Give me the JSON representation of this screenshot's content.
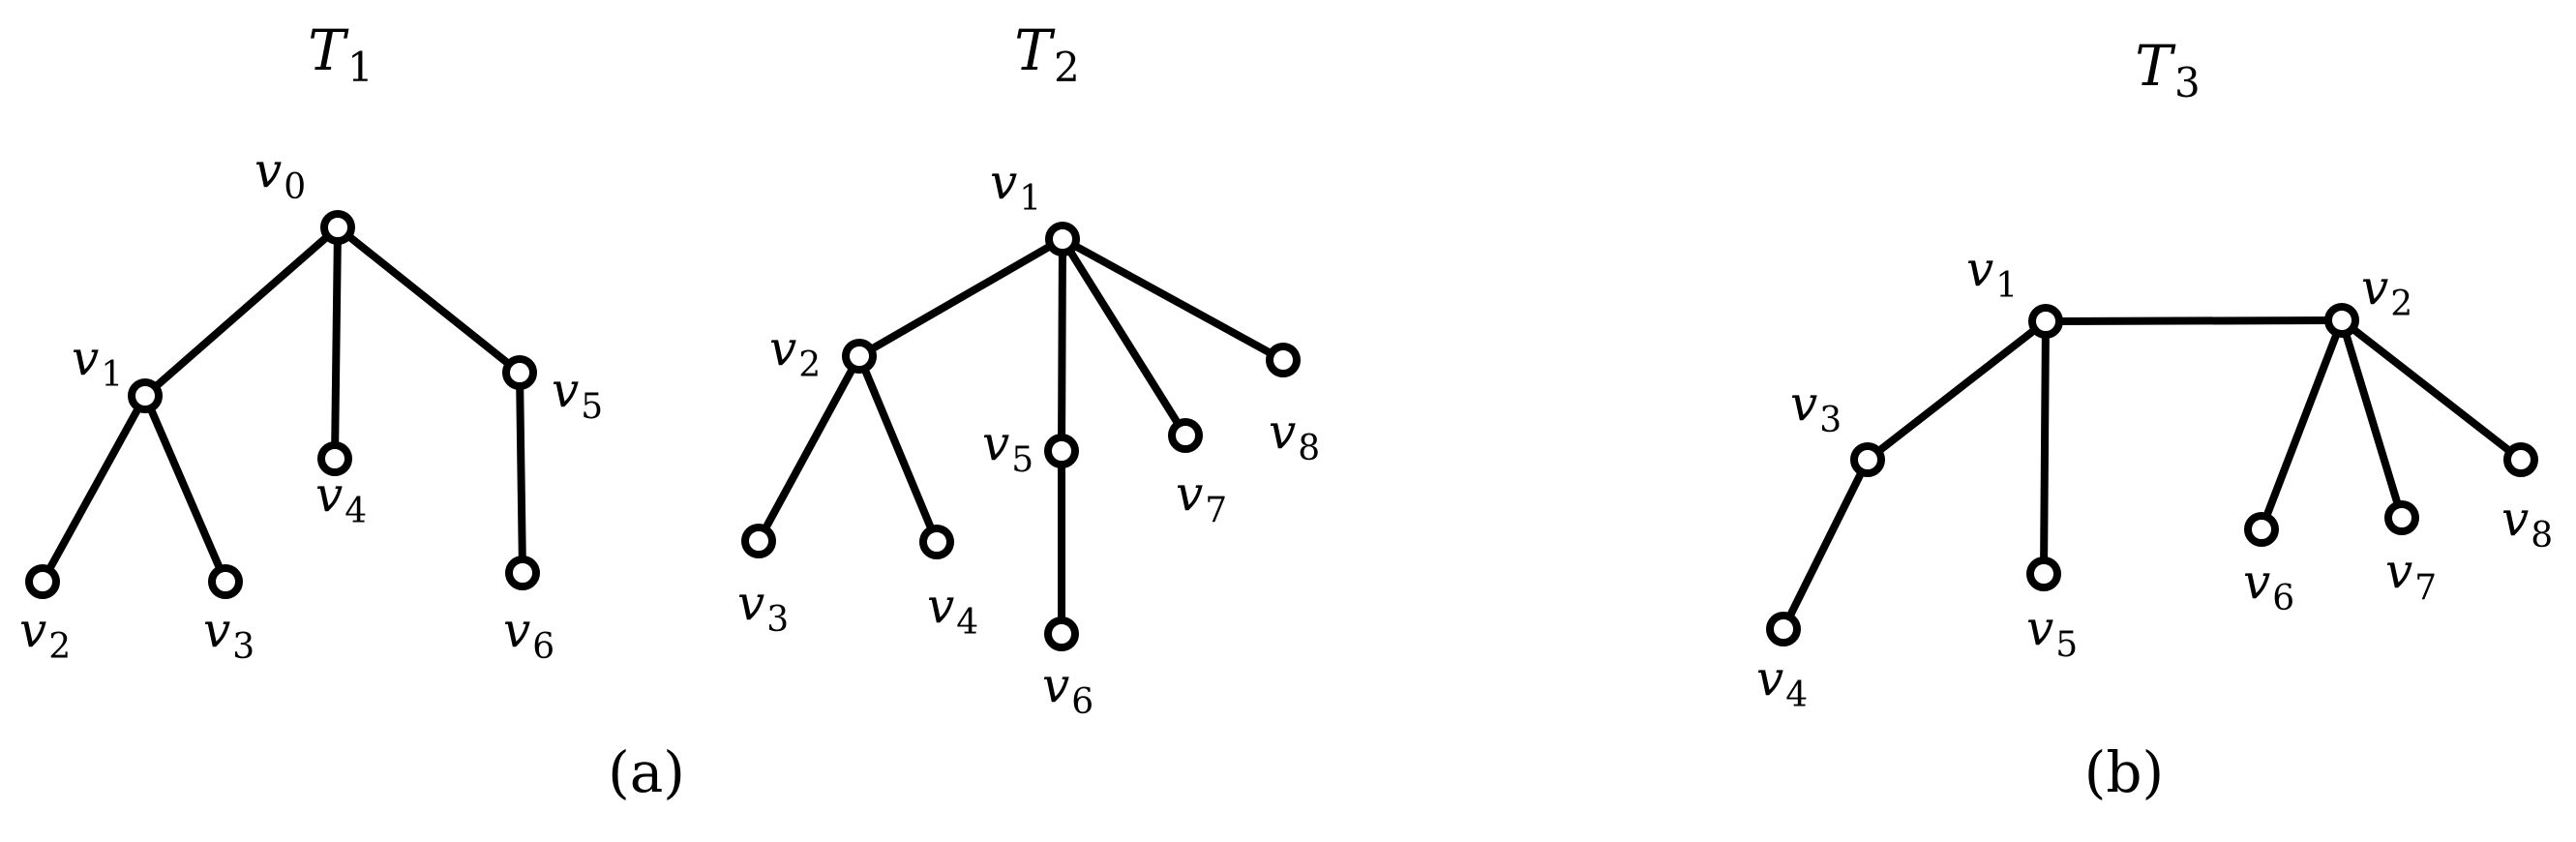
{
  "figure": {
    "panels": [
      {
        "id": "a",
        "caption": "(a)",
        "trees": [
          {
            "id": "T1",
            "title": {
              "base": "T",
              "sub": "1"
            },
            "nodes": [
              {
                "id": "v0",
                "label": {
                  "base": "v",
                  "sub": "0"
                }
              },
              {
                "id": "v1",
                "label": {
                  "base": "v",
                  "sub": "1"
                }
              },
              {
                "id": "v4",
                "label": {
                  "base": "v",
                  "sub": "4"
                }
              },
              {
                "id": "v5",
                "label": {
                  "base": "v",
                  "sub": "5"
                }
              },
              {
                "id": "v2",
                "label": {
                  "base": "v",
                  "sub": "2"
                }
              },
              {
                "id": "v3",
                "label": {
                  "base": "v",
                  "sub": "3"
                }
              },
              {
                "id": "v6",
                "label": {
                  "base": "v",
                  "sub": "6"
                }
              }
            ],
            "edges": [
              [
                "v0",
                "v1"
              ],
              [
                "v0",
                "v4"
              ],
              [
                "v0",
                "v5"
              ],
              [
                "v1",
                "v2"
              ],
              [
                "v1",
                "v3"
              ],
              [
                "v5",
                "v6"
              ]
            ]
          },
          {
            "id": "T2",
            "title": {
              "base": "T",
              "sub": "2"
            },
            "nodes": [
              {
                "id": "v1",
                "label": {
                  "base": "v",
                  "sub": "1"
                }
              },
              {
                "id": "v2",
                "label": {
                  "base": "v",
                  "sub": "2"
                }
              },
              {
                "id": "v5",
                "label": {
                  "base": "v",
                  "sub": "5"
                }
              },
              {
                "id": "v7",
                "label": {
                  "base": "v",
                  "sub": "7"
                }
              },
              {
                "id": "v8",
                "label": {
                  "base": "v",
                  "sub": "8"
                }
              },
              {
                "id": "v3",
                "label": {
                  "base": "v",
                  "sub": "3"
                }
              },
              {
                "id": "v4",
                "label": {
                  "base": "v",
                  "sub": "4"
                }
              },
              {
                "id": "v6",
                "label": {
                  "base": "v",
                  "sub": "6"
                }
              }
            ],
            "edges": [
              [
                "v1",
                "v2"
              ],
              [
                "v1",
                "v5"
              ],
              [
                "v1",
                "v7"
              ],
              [
                "v1",
                "v8"
              ],
              [
                "v2",
                "v3"
              ],
              [
                "v2",
                "v4"
              ],
              [
                "v5",
                "v6"
              ]
            ]
          }
        ]
      },
      {
        "id": "b",
        "caption": "(b)",
        "trees": [
          {
            "id": "T3",
            "title": {
              "base": "T",
              "sub": "3"
            },
            "nodes": [
              {
                "id": "v1",
                "label": {
                  "base": "v",
                  "sub": "1"
                }
              },
              {
                "id": "v2",
                "label": {
                  "base": "v",
                  "sub": "2"
                }
              },
              {
                "id": "v3",
                "label": {
                  "base": "v",
                  "sub": "3"
                }
              },
              {
                "id": "v4",
                "label": {
                  "base": "v",
                  "sub": "4"
                }
              },
              {
                "id": "v5",
                "label": {
                  "base": "v",
                  "sub": "5"
                }
              },
              {
                "id": "v6",
                "label": {
                  "base": "v",
                  "sub": "6"
                }
              },
              {
                "id": "v7",
                "label": {
                  "base": "v",
                  "sub": "7"
                }
              },
              {
                "id": "v8",
                "label": {
                  "base": "v",
                  "sub": "8"
                }
              }
            ],
            "edges": [
              [
                "v1",
                "v2"
              ],
              [
                "v1",
                "v3"
              ],
              [
                "v1",
                "v5"
              ],
              [
                "v3",
                "v4"
              ],
              [
                "v2",
                "v6"
              ],
              [
                "v2",
                "v7"
              ],
              [
                "v2",
                "v8"
              ]
            ]
          }
        ]
      }
    ]
  }
}
